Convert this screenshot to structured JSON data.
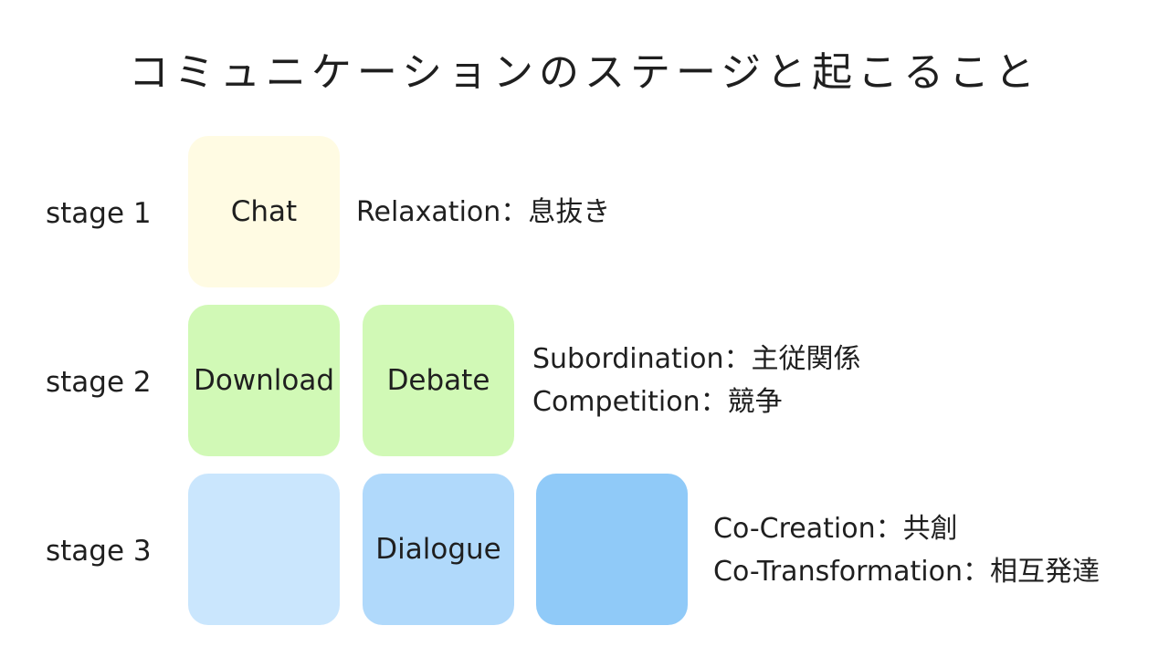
{
  "title": "コミュニケーションのステージと起こること",
  "stages": [
    {
      "label": "stage 1",
      "boxes": [
        {
          "text": "Chat",
          "color": "#FFFBE3"
        }
      ],
      "descriptions": [
        "Relaxation：息抜き"
      ]
    },
    {
      "label": "stage 2",
      "boxes": [
        {
          "text": "Download",
          "color": "#D1F9B6"
        },
        {
          "text": "Debate",
          "color": "#D1F9B6"
        }
      ],
      "descriptions": [
        "Subordination：主従関係",
        "Competition：競争"
      ]
    },
    {
      "label": "stage 3",
      "boxes": [
        {
          "text": "",
          "color": "#CAE6FD"
        },
        {
          "text": "Dialogue",
          "color": "#B0D9FB"
        },
        {
          "text": "",
          "color": "#90CAF8"
        }
      ],
      "descriptions": [
        "Co-Creation：共創",
        "Co-Transformation：相互発達"
      ]
    }
  ]
}
